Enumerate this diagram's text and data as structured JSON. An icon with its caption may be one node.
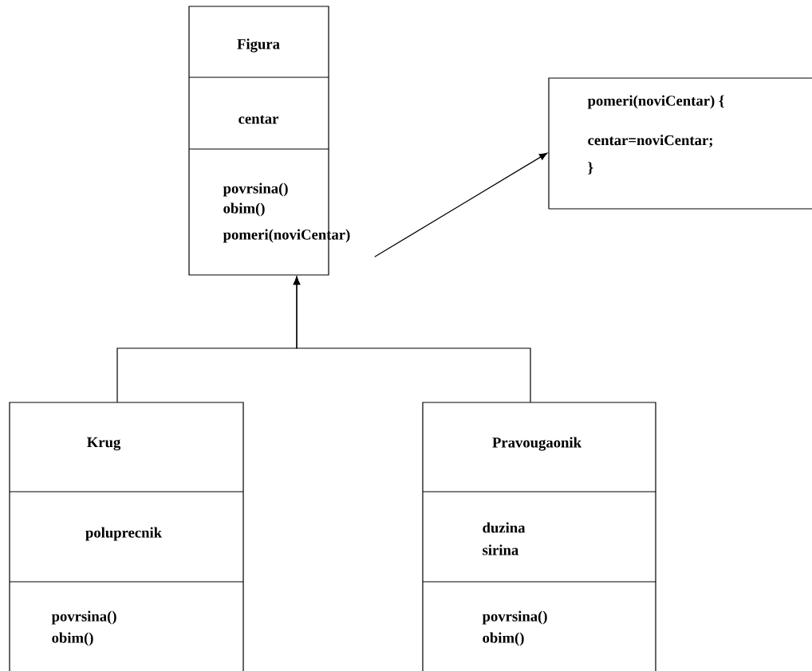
{
  "diagram": {
    "nodes": [
      {
        "text": [
          "Figura",
          "centar",
          "povrsina()",
          "obim()",
          "pomeri(noviCentar)"
        ]
      },
      {
        "text": [
          "pomeri(noviCentar) {",
          "centar=noviCentar;",
          "}"
        ]
      },
      {
        "text": [
          "Krug",
          "poluprecnik",
          "povrsina()",
          "obim()"
        ]
      },
      {
        "text": [
          "Pravougaonik",
          "duzina",
          "sirina",
          "povrsina()",
          "obim()"
        ]
      }
    ],
    "edges": [
      {
        "from": 0,
        "to": 1,
        "arrow": "to"
      },
      {
        "from": 2,
        "to": 0,
        "arrow": "to"
      },
      {
        "from": 3,
        "to": 0,
        "arrow": "to"
      }
    ]
  }
}
